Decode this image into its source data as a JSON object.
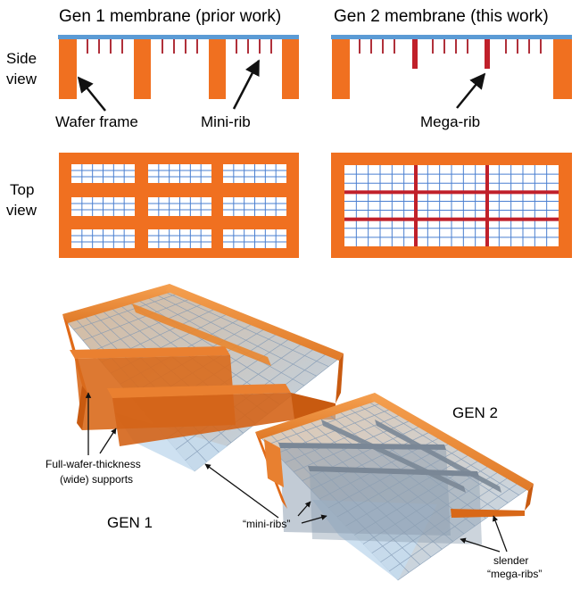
{
  "titles": {
    "gen1": "Gen 1 membrane (prior work)",
    "gen2": "Gen 2 membrane (this work)"
  },
  "row_labels": {
    "side_line1": "Side",
    "side_line2": "view",
    "top_line1": "Top",
    "top_line2": "view"
  },
  "callouts": {
    "wafer_frame": "Wafer frame",
    "mini_rib": "Mini-rib",
    "mega_rib": "Mega-rib"
  },
  "render_labels": {
    "gen1": "GEN 1",
    "gen2": "GEN 2",
    "supports_line1": "Full-wafer-thickness",
    "supports_line2": "(wide) supports",
    "mini_ribs": "“mini-ribs”",
    "mega_line1": "slender",
    "mega_line2": "“mega-ribs”"
  },
  "colors": {
    "frame_orange": "#f07020",
    "frame_dark": "#c85a10",
    "membrane_blue": "#5b9bd5",
    "rib_red": "#c0202a",
    "grid_blue": "#4a7fd0",
    "glass": "#b8d3ea"
  }
}
